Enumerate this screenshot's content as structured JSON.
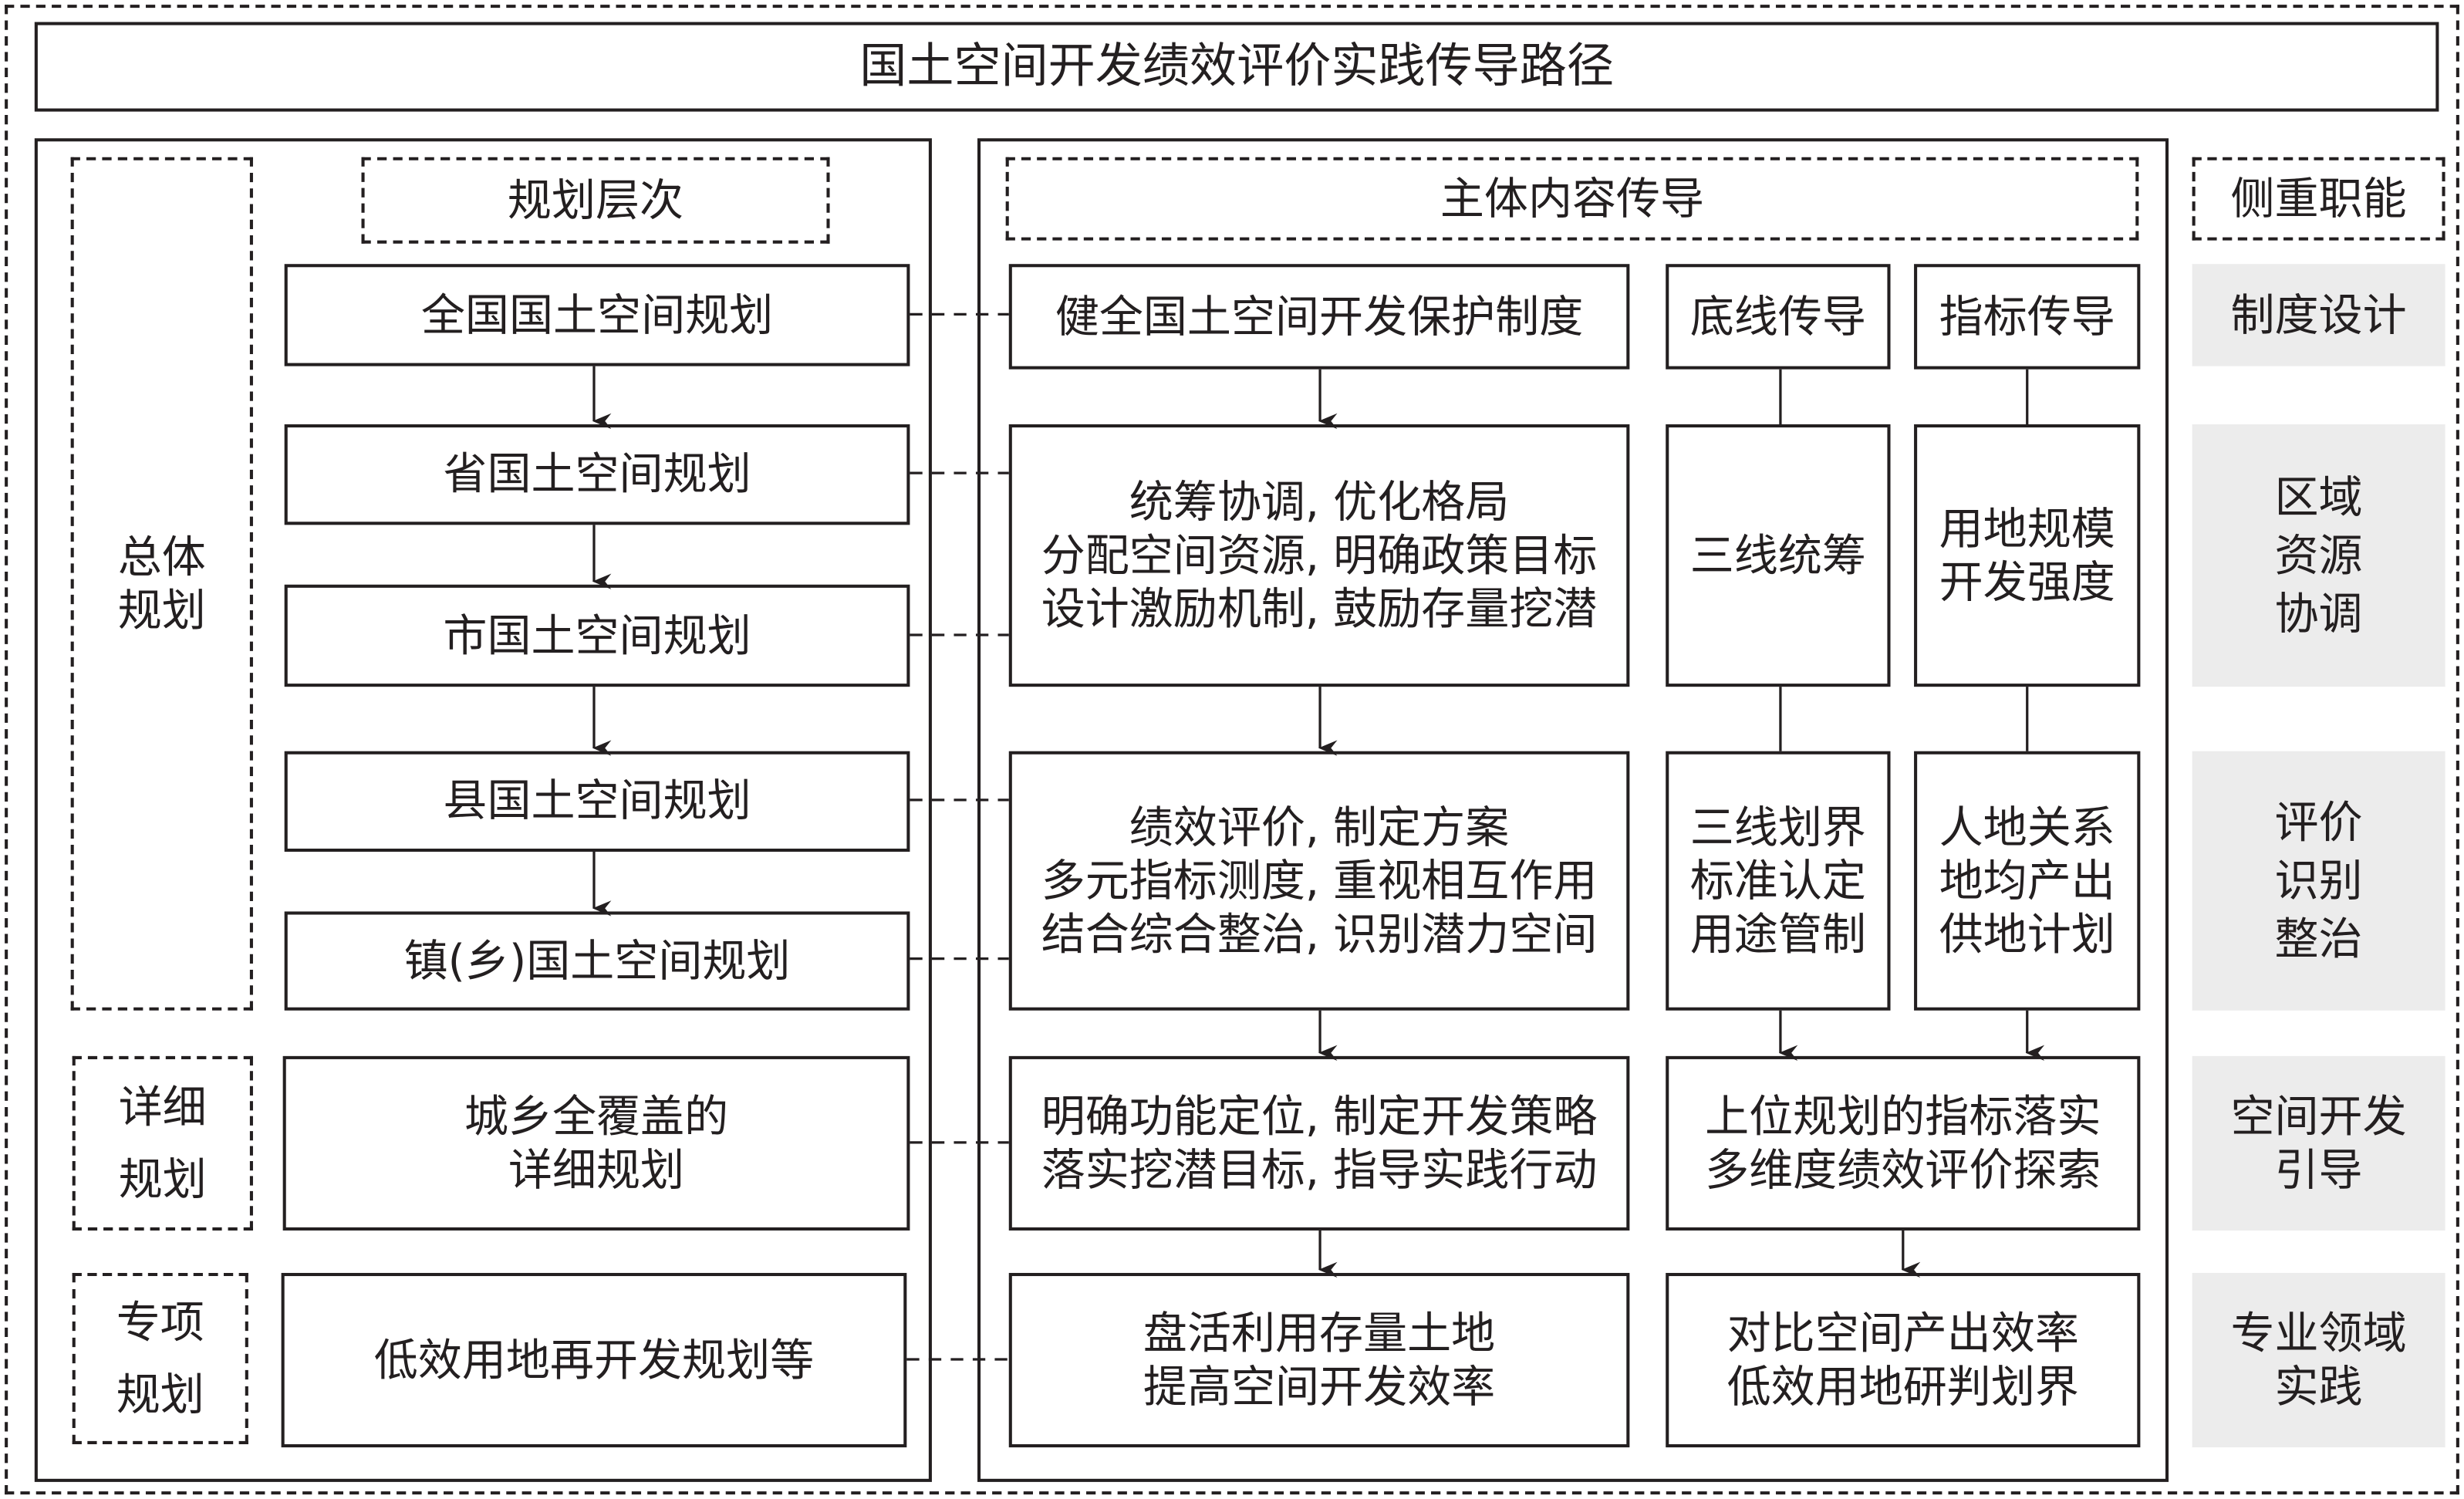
{
  "title": "国土空间开发绩效评价实践传导路径",
  "left": {
    "header": "规划层次",
    "group_overall": "总体\n规划",
    "group_detailed": "详细\n规划",
    "group_special": "专项\n规划",
    "levels": [
      "全国国土空间规划",
      "省国土空间规划",
      "市国土空间规划",
      "县国土空间规划",
      "镇(乡)国土空间规划"
    ],
    "detailed": "城乡全覆盖的\n详细规划",
    "special": "低效用地再开发规划等"
  },
  "middle": {
    "header": "主体内容传导",
    "main": [
      "健全国土空间开发保护制度",
      "统筹协调, 优化格局\n分配空间资源, 明确政策目标\n设计激励机制, 鼓励存量挖潜",
      "绩效评价, 制定方案\n多元指标测度, 重视相互作用\n结合综合整治, 识别潜力空间",
      "明确功能定位, 制定开发策略\n落实挖潜目标, 指导实践行动",
      "盘活利用存量土地\n提高空间开发效率"
    ],
    "baseline": [
      "底线传导",
      "三线统筹",
      "三线划界\n标准认定\n用途管制"
    ],
    "indicator": [
      "指标传导",
      "用地规模\n开发强度",
      "人地关系\n地均产出\n供地计划"
    ],
    "merged": [
      "上位规划的指标落实\n多维度绩效评价探索",
      "对比空间产出效率\n低效用地研判划界"
    ]
  },
  "right": {
    "header": "侧重职能",
    "items": [
      "制度设计",
      "区域\n资源\n协调",
      "评价\n识别\n整治",
      "空间开发\n引导",
      "专业领域\n实践"
    ]
  }
}
